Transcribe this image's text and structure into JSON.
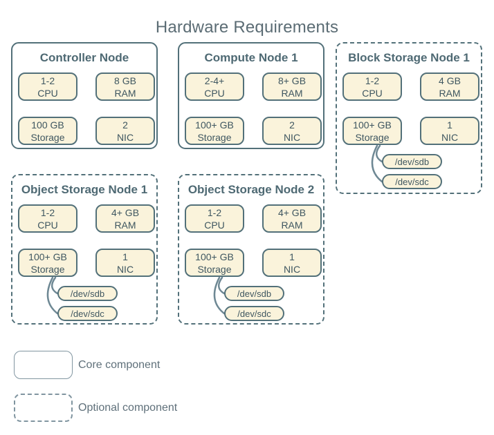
{
  "title": "Hardware Requirements",
  "colors": {
    "background": "#ffffff",
    "box_border": "#527079",
    "box_fill": "#faf3db",
    "title_text": "#5b6c74",
    "node_title_text": "#4e6973",
    "cell_text": "#3e5660",
    "connector_line": "#6e8894",
    "legend_border": "#8095a0",
    "legend_text": "#5f707a"
  },
  "nodes": [
    {
      "title": "Controller Node",
      "type": "core",
      "cells": [
        {
          "line1": "1-2",
          "line2": "CPU"
        },
        {
          "line1": "8 GB",
          "line2": "RAM"
        },
        {
          "line1": "100 GB",
          "line2": "Storage"
        },
        {
          "line1": "2",
          "line2": "NIC"
        }
      ],
      "devices": []
    },
    {
      "title": "Compute Node 1",
      "type": "core",
      "cells": [
        {
          "line1": "2-4+",
          "line2": "CPU"
        },
        {
          "line1": "8+ GB",
          "line2": "RAM"
        },
        {
          "line1": "100+ GB",
          "line2": "Storage"
        },
        {
          "line1": "2",
          "line2": "NIC"
        }
      ],
      "devices": []
    },
    {
      "title": "Block Storage Node 1",
      "type": "optional",
      "cells": [
        {
          "line1": "1-2",
          "line2": "CPU"
        },
        {
          "line1": "4 GB",
          "line2": "RAM"
        },
        {
          "line1": "100+ GB",
          "line2": "Storage"
        },
        {
          "line1": "1",
          "line2": "NIC"
        }
      ],
      "devices": [
        "/dev/sdb",
        "/dev/sdc"
      ]
    },
    {
      "title": "Object Storage Node 1",
      "type": "optional",
      "cells": [
        {
          "line1": "1-2",
          "line2": "CPU"
        },
        {
          "line1": "4+ GB",
          "line2": "RAM"
        },
        {
          "line1": "100+ GB",
          "line2": "Storage"
        },
        {
          "line1": "1",
          "line2": "NIC"
        }
      ],
      "devices": [
        "/dev/sdb",
        "/dev/sdc"
      ]
    },
    {
      "title": "Object Storage Node 2",
      "type": "optional",
      "cells": [
        {
          "line1": "1-2",
          "line2": "CPU"
        },
        {
          "line1": "4+ GB",
          "line2": "RAM"
        },
        {
          "line1": "100+ GB",
          "line2": "Storage"
        },
        {
          "line1": "1",
          "line2": "NIC"
        }
      ],
      "devices": [
        "/dev/sdb",
        "/dev/sdc"
      ]
    }
  ],
  "legend": [
    {
      "label": "Core component",
      "style": "solid"
    },
    {
      "label": "Optional component",
      "style": "dashed"
    }
  ]
}
